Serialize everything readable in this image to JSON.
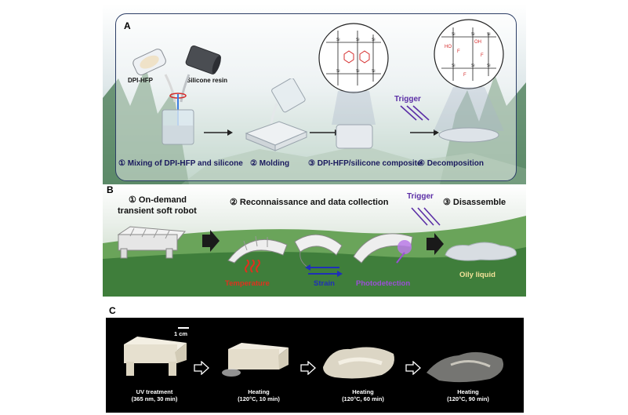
{
  "panels": {
    "a": {
      "letter": "A",
      "dpi_label": "DPI-HFP",
      "silicone_label": "Silicone resin",
      "trigger": "Trigger",
      "steps": [
        "① Mixing of DPI-HFP and silicone",
        "② Molding",
        "③ DPI-HFP/silicone composite",
        "④ Decomposition"
      ]
    },
    "b": {
      "letter": "B",
      "step1_line1": "① On-demand",
      "step1_line2": "transient soft robot",
      "step2": "② Reconnaissance and data collection",
      "step3": "③ Disassemble",
      "trigger": "Trigger",
      "temperature": "Temperature",
      "strain": "Strain",
      "photodetection": "Photodetection",
      "oily": "Oily liquid",
      "colors": {
        "temperature": "#e0301e",
        "strain": "#1f2fb8",
        "photo": "#9b4fd6",
        "oily": "#f4e39a"
      }
    },
    "c": {
      "letter": "C",
      "scale": "1 cm",
      "stages": [
        {
          "line1": "UV treatment",
          "line2": "(365 nm, 30 min)"
        },
        {
          "line1": "Heating",
          "line2": "(120°C, 10 min)"
        },
        {
          "line1": "Heating",
          "line2": "(120°C, 60 min)"
        },
        {
          "line1": "Heating",
          "line2": "(120°C, 90 min)"
        }
      ]
    }
  }
}
